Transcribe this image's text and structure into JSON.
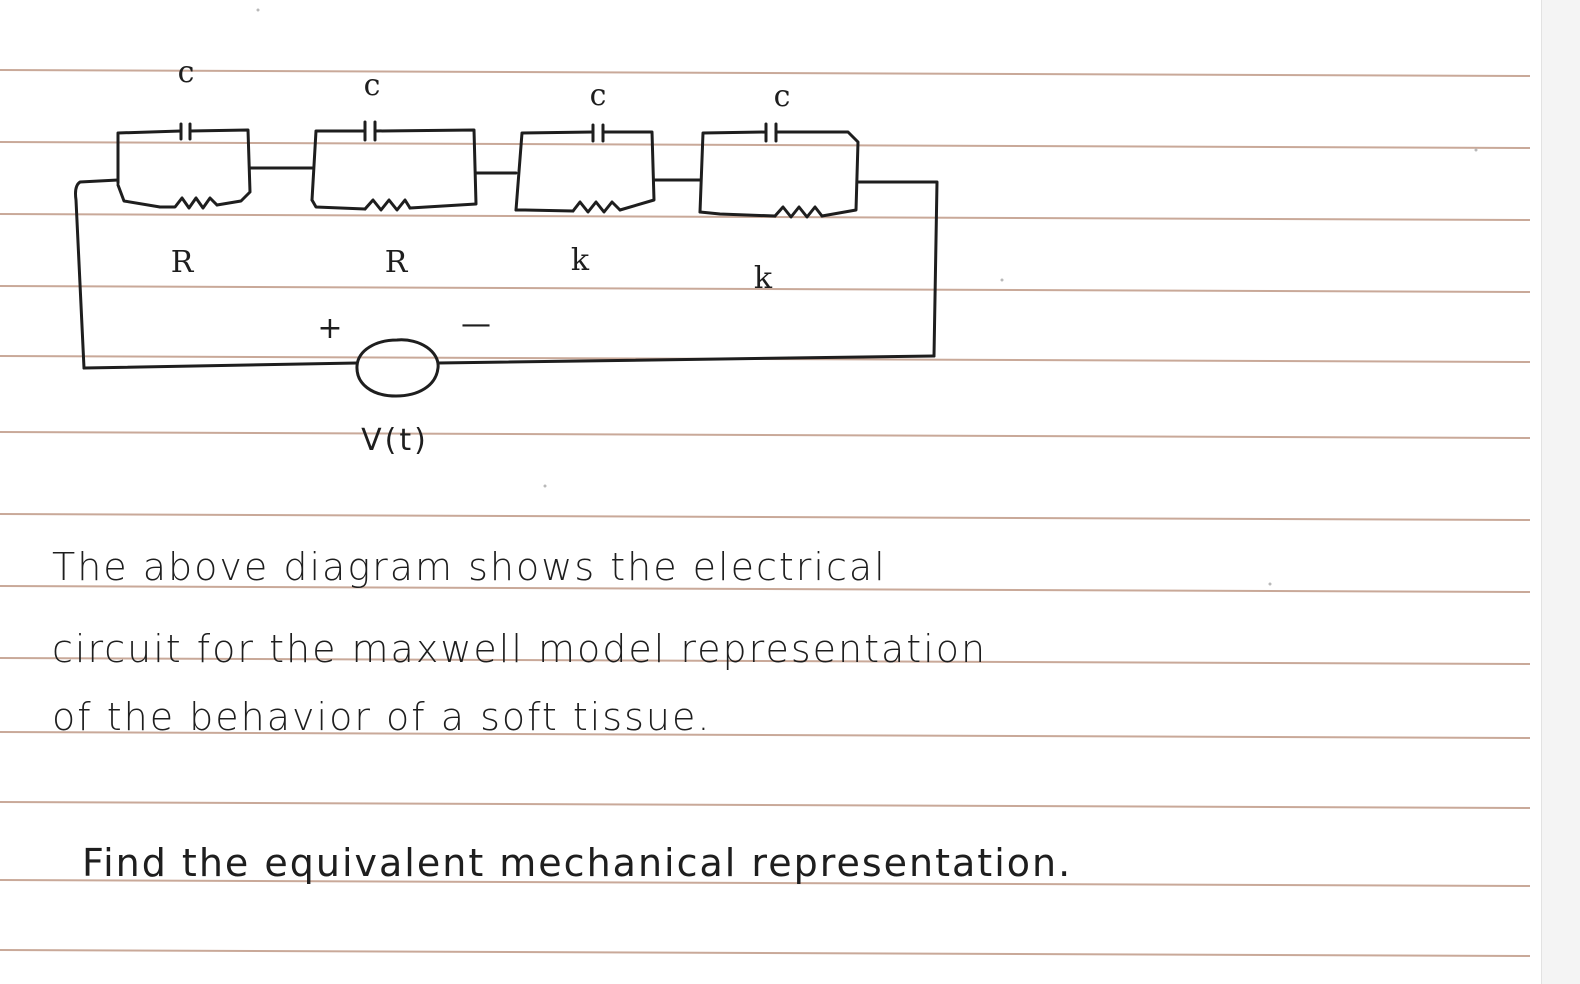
{
  "paper": {
    "line_color": "#c9a999",
    "ink_color": "#1e1e1e"
  },
  "circuit": {
    "elements": [
      {
        "capacitor_label": "c",
        "resistor_label": "R"
      },
      {
        "capacitor_label": "c",
        "resistor_label": "R"
      },
      {
        "capacitor_label": "c",
        "resistor_label": "k"
      },
      {
        "capacitor_label": "c",
        "resistor_label": "k"
      }
    ],
    "source": {
      "plus_label": "+",
      "minus_label": "—",
      "label": "V(t)"
    }
  },
  "note": {
    "line_1": "The above diagram shows the electrical",
    "line_2": "circuit for the maxwell model representation",
    "line_3": "of the behavior of a soft tissue."
  },
  "question": "Find the equivalent mechanical representation."
}
